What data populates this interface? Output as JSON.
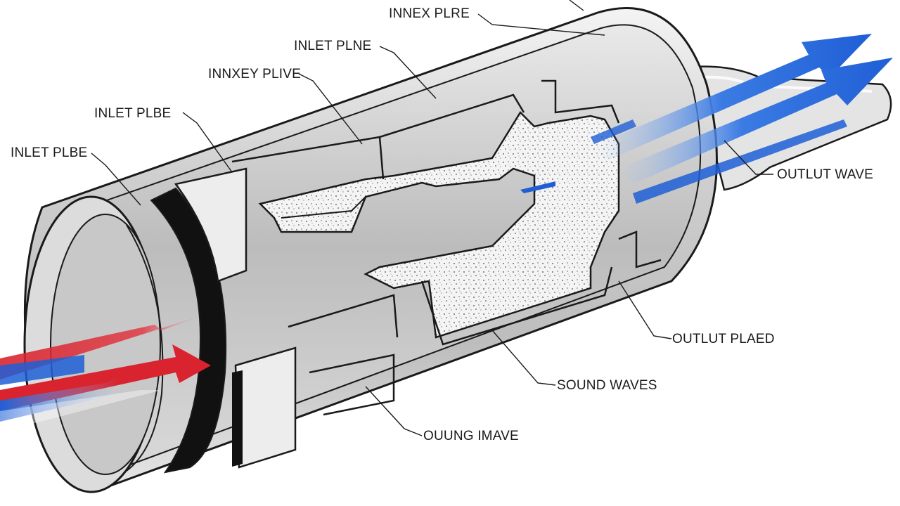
{
  "labels": {
    "innex_plre": "INNEX PLRE",
    "inlet_plne": "INLET PLNE",
    "innxey_plive": "INNXEY PLIVE",
    "inlet_plbe_1": "INLET PLBE",
    "inlet_plbe_2": "INLET PLBE",
    "outlut_wave": "OUTLUT WAVE",
    "outlut_plaed": "OUTLUT PLAED",
    "sound_waves": "SOUND WAVES",
    "ouung_imave": "OUUNG IMAVE"
  },
  "colors": {
    "inlet_flow": "#d9232e",
    "outlet_flow": "#1f5fd6",
    "shell_outline": "#1a1a1a",
    "shell_fill": "#d4d4d4",
    "packing_fill": "#f2f2f2"
  }
}
